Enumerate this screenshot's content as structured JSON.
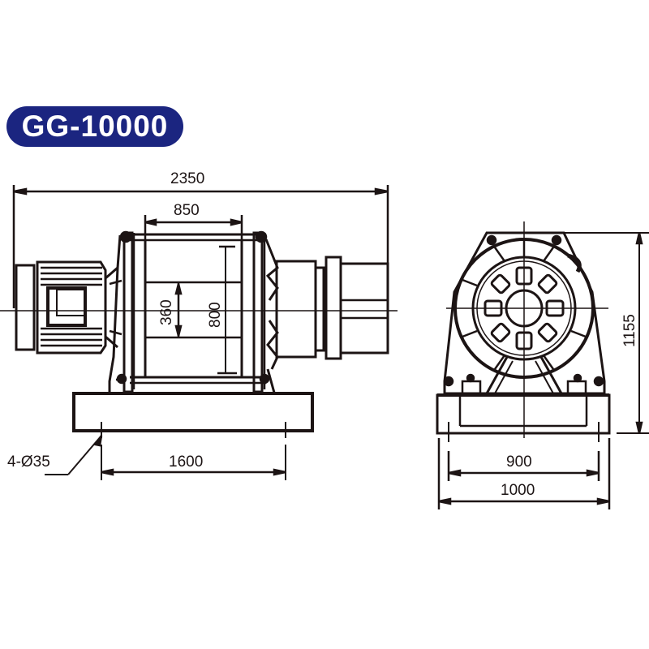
{
  "model": {
    "label": "GG-10000",
    "badge_color": "#1b2580",
    "text_color": "#ffffff"
  },
  "ink_color": "#1c1414",
  "side_view": {
    "dimensions": {
      "overall_length": "2350",
      "drum_length": "850",
      "drum_inner_diameter": "360",
      "drum_outer_diameter": "800",
      "mount_hole_spacing": "1600",
      "mount_holes": "4-Ø35"
    },
    "components": [
      "electric-motor",
      "drum-frame",
      "wire-drum",
      "gearbox",
      "base-frame"
    ]
  },
  "end_view": {
    "dimensions": {
      "overall_height": "1155",
      "hole_spacing_width": "900",
      "base_width": "1000"
    },
    "components": [
      "side-plate",
      "drum-flange",
      "drum-hub",
      "base-frame"
    ]
  }
}
